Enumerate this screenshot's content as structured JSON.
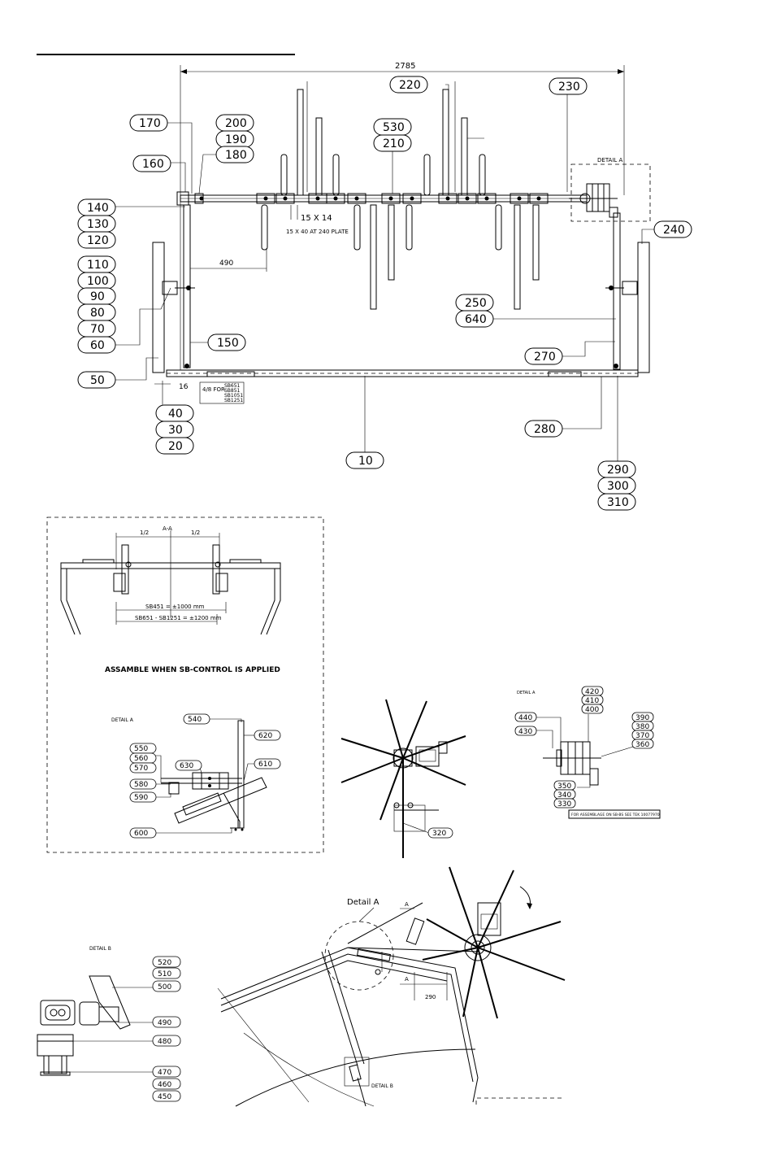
{
  "main_view": {
    "overall_dim": "2785",
    "dim_490": "490",
    "dim_16": "16",
    "dim_15x14": "15 X 14",
    "plate_note": "15 X 40 AT 240 PLATE",
    "detail_a_label": "DETAIL A",
    "table_lines": [
      "4/8 FOR",
      "SB651",
      "SB851",
      "SB1051",
      "SB1251"
    ],
    "balloons": [
      {
        "id": "b170",
        "label": "170"
      },
      {
        "id": "b200",
        "label": "200"
      },
      {
        "id": "b190",
        "label": "190"
      },
      {
        "id": "b180",
        "label": "180"
      },
      {
        "id": "b160",
        "label": "160"
      },
      {
        "id": "b140",
        "label": "140"
      },
      {
        "id": "b130",
        "label": "130"
      },
      {
        "id": "b120",
        "label": "120"
      },
      {
        "id": "b110",
        "label": "110"
      },
      {
        "id": "b100",
        "label": "100"
      },
      {
        "id": "b90",
        "label": "90"
      },
      {
        "id": "b80",
        "label": "80"
      },
      {
        "id": "b70",
        "label": "70"
      },
      {
        "id": "b60",
        "label": "60"
      },
      {
        "id": "b50",
        "label": "50"
      },
      {
        "id": "b150",
        "label": "150"
      },
      {
        "id": "b40",
        "label": "40"
      },
      {
        "id": "b30",
        "label": "30"
      },
      {
        "id": "b20",
        "label": "20"
      },
      {
        "id": "b10",
        "label": "10"
      },
      {
        "id": "b220",
        "label": "220"
      },
      {
        "id": "b530",
        "label": "530"
      },
      {
        "id": "b210",
        "label": "210"
      },
      {
        "id": "b230",
        "label": "230"
      },
      {
        "id": "b240",
        "label": "240"
      },
      {
        "id": "b250",
        "label": "250"
      },
      {
        "id": "b640",
        "label": "640"
      },
      {
        "id": "b270",
        "label": "270"
      },
      {
        "id": "b280",
        "label": "280"
      },
      {
        "id": "b290",
        "label": "290"
      },
      {
        "id": "b300",
        "label": "300"
      },
      {
        "id": "b310",
        "label": "310"
      }
    ]
  },
  "section_box": {
    "section_label": "A-A",
    "half_left": "1/2",
    "half_right": "1/2",
    "dim_upper": "SB451 = ±1000 mm",
    "dim_lower": "SB651 - SB1251 = ±1200 mm",
    "heading": "ASSAMBLE WHEN SB-CONTROL IS APPLIED",
    "detail_a_label": "DETAIL A",
    "balloons": [
      {
        "id": "b540",
        "label": "540"
      },
      {
        "id": "b620",
        "label": "620"
      },
      {
        "id": "b550",
        "label": "550"
      },
      {
        "id": "b560",
        "label": "560"
      },
      {
        "id": "b570",
        "label": "570"
      },
      {
        "id": "b630",
        "label": "630"
      },
      {
        "id": "b610",
        "label": "610"
      },
      {
        "id": "b580",
        "label": "580"
      },
      {
        "id": "b590",
        "label": "590"
      },
      {
        "id": "b600",
        "label": "600"
      }
    ]
  },
  "reel_view": {
    "balloons": [
      {
        "id": "b320",
        "label": "320"
      }
    ]
  },
  "detail_a_right": {
    "title": "DETAIL A",
    "note": "FOR ASSEMBLAGE ON SB-BS SEE TEK 10077970",
    "balloons": [
      {
        "id": "b420",
        "label": "420"
      },
      {
        "id": "b410",
        "label": "410"
      },
      {
        "id": "b400",
        "label": "400"
      },
      {
        "id": "b440",
        "label": "440"
      },
      {
        "id": "b430",
        "label": "430"
      },
      {
        "id": "b390",
        "label": "390"
      },
      {
        "id": "b380",
        "label": "380"
      },
      {
        "id": "b370",
        "label": "370"
      },
      {
        "id": "b360",
        "label": "360"
      },
      {
        "id": "b350",
        "label": "350"
      },
      {
        "id": "b340",
        "label": "340"
      },
      {
        "id": "b330",
        "label": "330"
      }
    ]
  },
  "detail_b": {
    "title": "DETAIL B",
    "balloons": [
      {
        "id": "b520",
        "label": "520"
      },
      {
        "id": "b510",
        "label": "510"
      },
      {
        "id": "b500",
        "label": "500"
      },
      {
        "id": "b490",
        "label": "490"
      },
      {
        "id": "b480",
        "label": "480"
      },
      {
        "id": "b470",
        "label": "470"
      },
      {
        "id": "b460",
        "label": "460"
      },
      {
        "id": "b450",
        "label": "450"
      }
    ]
  },
  "side_view": {
    "detail_a_label": "Detail A",
    "detail_b_label": "DETAIL B",
    "section_a_top": "A",
    "section_a_bottom": "A",
    "dim_290": "290"
  }
}
